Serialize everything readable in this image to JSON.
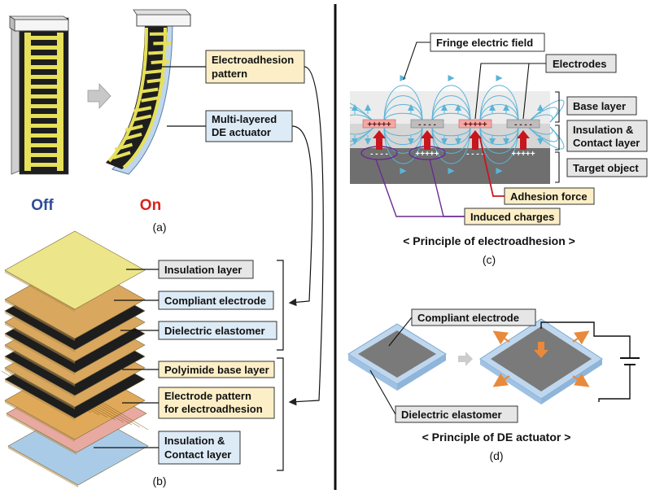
{
  "panel_a": {
    "state_off": "Off",
    "state_on": "On",
    "label_pattern_1": "Electroadhesion",
    "label_pattern_2": "pattern",
    "label_actuator_1": "Multi-layered",
    "label_actuator_2": "DE actuator",
    "caption": "(a)"
  },
  "panel_b": {
    "layer_insulation": "Insulation layer",
    "layer_electrode": "Compliant electrode",
    "layer_dielectric": "Dielectric elastomer",
    "layer_polyimide": "Polyimide base layer",
    "layer_pattern_1": "Electrode pattern",
    "layer_pattern_2": "for electroadhesion",
    "layer_contact_1": "Insulation &",
    "layer_contact_2": "Contact layer",
    "caption": "(b)"
  },
  "panel_c": {
    "label_field": "Fringe electric field",
    "label_electrodes": "Electrodes",
    "label_base": "Base layer",
    "label_insul_1": "Insulation &",
    "label_insul_2": "Contact layer",
    "label_target": "Target object",
    "label_force": "Adhesion force",
    "label_induced": "Induced charges",
    "electrode_plus": "+++++",
    "electrode_minus": "- - - -",
    "induced_minus": "- - - -",
    "induced_plus": "+++++",
    "title": "< Principle of electroadhesion >",
    "caption": "(c)"
  },
  "panel_d": {
    "label_electrode": "Compliant electrode",
    "label_dielectric": "Dielectric elastomer",
    "title": "< Principle of DE actuator >",
    "caption": "(d)"
  },
  "colors": {
    "electrode_yellow": "#E6E05A",
    "label_yellow": "#FCEFC7",
    "label_blue": "#DDEBF7",
    "label_gray": "#E6E6E6",
    "off_blue": "#2E4D9A",
    "on_red": "#D9231C",
    "field_blue": "#5AB4D8",
    "arrow_red": "#C8161E",
    "induced_purple": "#6A2C91",
    "de_blue": "#BFD7EE",
    "arrow_orange": "#E88A3C"
  }
}
